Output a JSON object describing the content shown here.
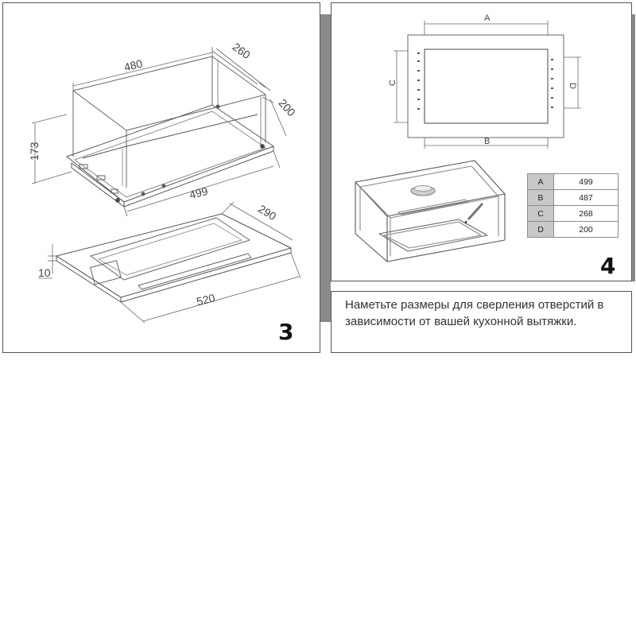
{
  "figure3": {
    "step_number": "3",
    "dimensions": {
      "width_top": "480",
      "depth_top": "260",
      "depth_side": "200",
      "height": "173",
      "width_mid": "499",
      "depth_glass": "290",
      "thickness": "10",
      "width_glass": "520"
    }
  },
  "figure4": {
    "step_number": "4",
    "labels": {
      "a": "A",
      "b": "B",
      "c": "C",
      "d": "D"
    },
    "table": [
      {
        "key": "A",
        "value": "499"
      },
      {
        "key": "B",
        "value": "487"
      },
      {
        "key": "C",
        "value": "268"
      },
      {
        "key": "D",
        "value": "200"
      }
    ]
  },
  "note": {
    "text": "Наметьте размеры для сверления отверстий в зависимости от вашей кухонной вытяжки."
  }
}
